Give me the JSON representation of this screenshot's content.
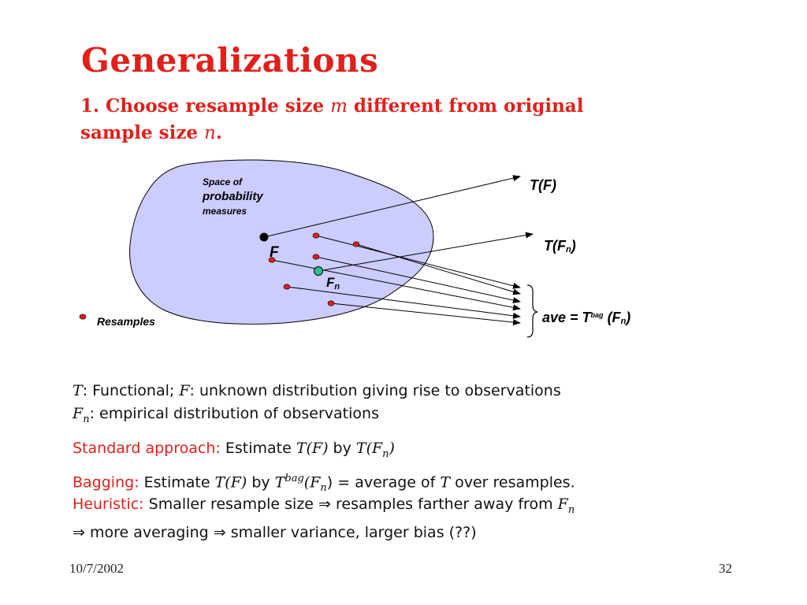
{
  "slide": {
    "title": "Generalizations",
    "subtitle_prefix": "1.  Choose resample size ",
    "subtitle_m": "m",
    "subtitle_mid": " different from original",
    "subtitle_line2_prefix": "sample size ",
    "subtitle_n": "n",
    "subtitle_end": "."
  },
  "diagram": {
    "space_label_line1": "Space of",
    "space_label_line2": "probability",
    "space_label_line3": "measures",
    "F_label": "F",
    "Fn_label": "F",
    "Fn_sub": "n",
    "TF_label": "T(F)",
    "TFn_label_a": "T(F",
    "TFn_sub": "n",
    "TFn_label_b": ")",
    "ave_label_a": "ave = T",
    "ave_sup": "bag",
    "ave_label_b": " (F",
    "ave_sub": "n",
    "ave_label_c": ")",
    "resamples_label": "Resamples",
    "colors": {
      "blob_fill": "#ccccff",
      "resample_dot": "#e0201b",
      "F_dot": "#000000",
      "Fn_dot": "#2fbf8f"
    }
  },
  "text": {
    "line1_T": "T",
    "line1_a": ": Functional; ",
    "line1_F": "F",
    "line1_b": ": unknown distribution giving rise to observations",
    "line2_Fn": "F",
    "line2_n": "n",
    "line2_b": ": empirical distribution of observations",
    "std_label": "Standard approach:",
    "std_a": " Estimate ",
    "std_TF": "T(F)",
    "std_by": " by ",
    "std_TFn_a": "T(F",
    "std_TFn_n": "n",
    "std_TFn_b": ")",
    "bag_label": "Bagging:",
    "bag_a": " Estimate ",
    "bag_TF": "T(F)",
    "bag_by": " by ",
    "bag_T": "T",
    "bag_sup": "bag",
    "bag_Fn_a": "(F",
    "bag_Fn_n": "n",
    "bag_Fn_b": ") = ",
    "bag_rest_a": "average of ",
    "bag_rest_T": "T",
    "bag_rest_b": " over resamples.",
    "heur_label": "Heuristic:",
    "heur_a": " Smaller resample size ⇒ resamples farther away from ",
    "heur_F": "F",
    "heur_n": "n",
    "heur_line2": "⇒ more averaging ⇒ smaller variance, larger bias (??)"
  },
  "footer": {
    "date": "10/7/2002",
    "page": "32"
  }
}
